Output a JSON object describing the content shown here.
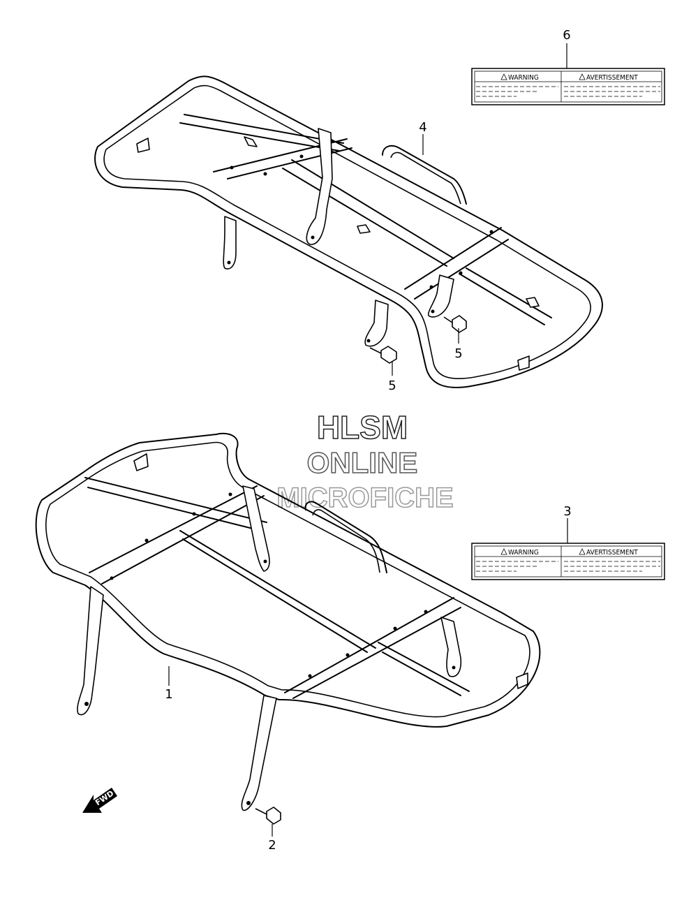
{
  "callouts": {
    "c1": "1",
    "c2": "2",
    "c3": "3",
    "c4": "4",
    "c5a": "5",
    "c5b": "5",
    "c6": "6"
  },
  "labels": {
    "warning": "WARNING",
    "avertissement": "AVERTISSEMENT"
  },
  "fwd": "FWD",
  "watermark": {
    "line1": "HLSM",
    "line2": "ONLINE",
    "line3": "MICROFICHE"
  }
}
